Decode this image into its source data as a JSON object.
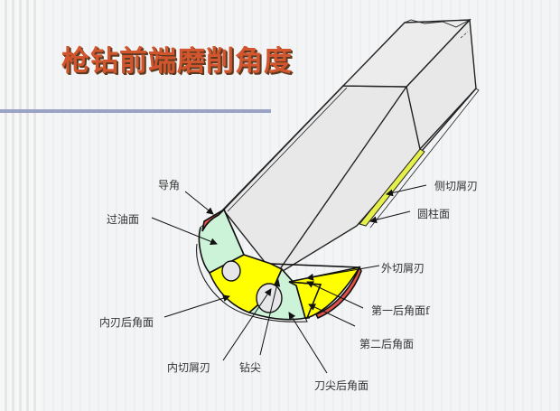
{
  "slide": {
    "title": "枪钻前端磨削角度"
  },
  "labels": {
    "daojiao": "导角",
    "guoyoumian": "过油面",
    "cemianqieren": "侧切屑刃",
    "yuanzhumian": "圆柱面",
    "waiqiexieren": "外切屑刃",
    "diyihoujiaomian": "第一后角面f",
    "dierhoujiaomian": "第二后角面",
    "neirenhoujiaomian": "内刃后角面",
    "neiqiexieren": "内切屑刃",
    "zuanjian": "钻尖",
    "daojianhoujiaomian": "刀尖后角面"
  },
  "colors": {
    "title": "#d2552e",
    "rule": "#9aa3c6",
    "body_gray": "#e8e8e8",
    "green_face": "#ccf2d8",
    "yellow_face": "#ffff00",
    "red_chamfer": "#e0524a"
  }
}
